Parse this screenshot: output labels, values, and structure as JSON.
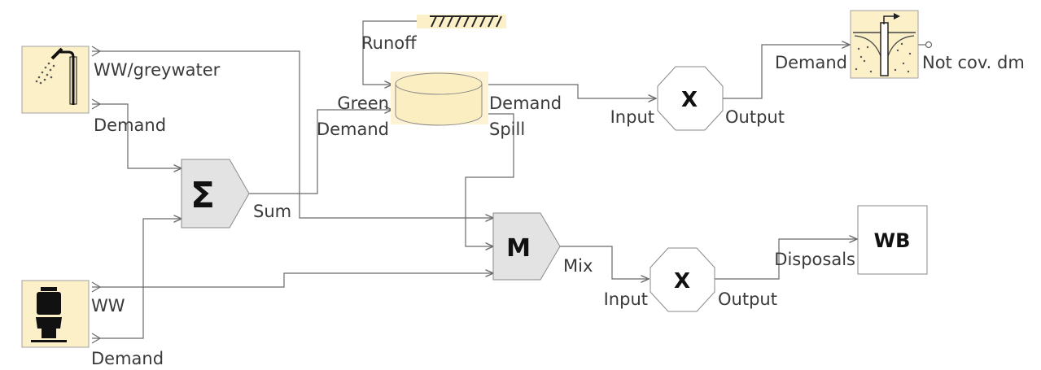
{
  "nodes": {
    "shower": {
      "out_label": "WW/greywater",
      "in_label": "Demand"
    },
    "toilet": {
      "out_label": "WW",
      "in_label": "Demand"
    },
    "sum": {
      "symbol": "Σ",
      "out_label": "Sum"
    },
    "tank": {
      "in_label": "Green\nDemand",
      "top_label": "Runoff",
      "out_demand_label": "Demand",
      "out_spill_label": "Spill"
    },
    "mult1": {
      "symbol": "X",
      "in_label": "Input",
      "out_label": "Output"
    },
    "aquifer": {
      "in_label": "Demand",
      "out_label": "Not cov. dm"
    },
    "mixer": {
      "symbol": "M",
      "out_label": "Mix"
    },
    "mult2": {
      "symbol": "X",
      "in_label": "Input",
      "out_label": "Output"
    },
    "wb": {
      "label": "WB",
      "in_label": "Disposals"
    }
  },
  "colors": {
    "wire": "#6a6a6a",
    "block_fill": "#e3e3e3",
    "icon_fill": "#fcf0c8",
    "tank_fill": "#fbeec0"
  }
}
